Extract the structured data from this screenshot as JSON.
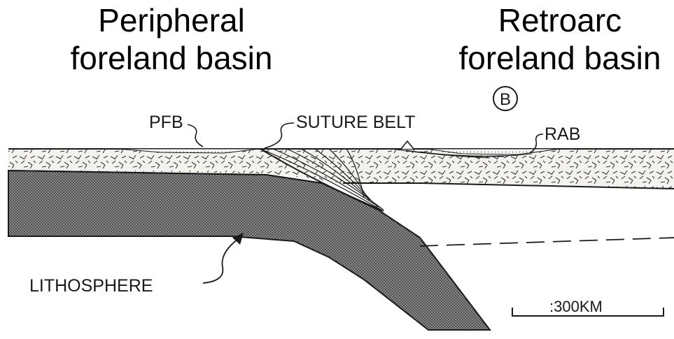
{
  "headings": {
    "peripheral": {
      "line1": "Peripheral",
      "line2": "foreland basin"
    },
    "retroarc": {
      "line1": "Retroarc",
      "line2": "foreland basin"
    }
  },
  "diagram": {
    "panel_marker": "B",
    "labels": {
      "pfb": "PFB",
      "suture_belt": "SUTURE BELT",
      "rab": "RAB",
      "lithosphere": "LITHOSPHERE"
    },
    "scale_bar": {
      "label": ":300KM"
    },
    "colors": {
      "ink": "#1a1a1a",
      "lithosphere_fill": "#6b6b6b",
      "crust_fill": "#f4f2ee",
      "paper": "#ffffff"
    }
  }
}
